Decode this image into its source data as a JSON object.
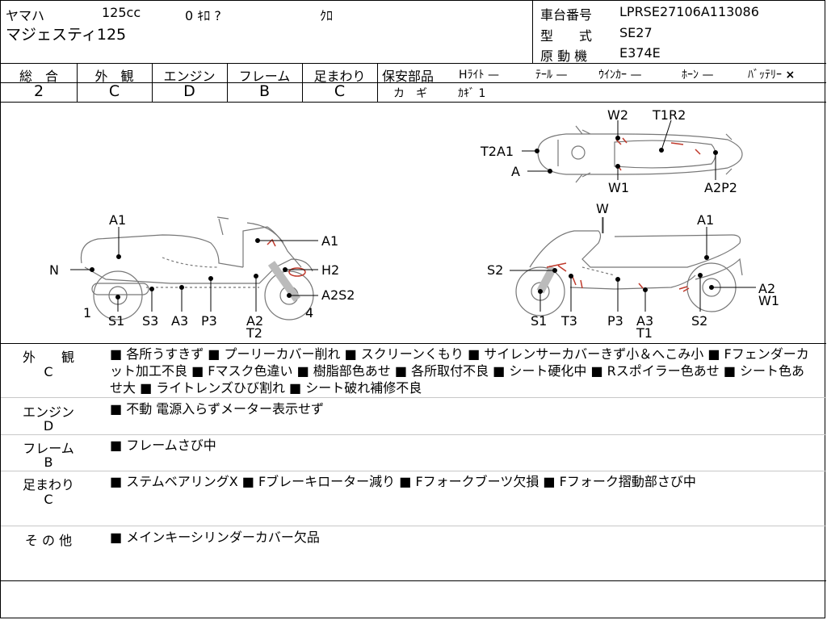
{
  "header": {
    "maker": "ヤマハ",
    "displacement": "125cc",
    "mileage": "0 ｷﾛ ?",
    "color": "ｸﾛ",
    "model_name": "マジェスティ125",
    "frame_no_label": "車台番号",
    "frame_no": "LPRSE27106A113086",
    "model_code_label": "型　　式",
    "model_code": "SE27",
    "engine_label": "原 動 機",
    "engine_code": "E374E"
  },
  "grades": {
    "items": [
      {
        "label": "総　合",
        "value": "2"
      },
      {
        "label": "外　観",
        "value": "C"
      },
      {
        "label": "エンジン",
        "value": "D"
      },
      {
        "label": "フレーム",
        "value": "B"
      },
      {
        "label": "足まわり",
        "value": "C"
      }
    ]
  },
  "safety": {
    "label": "保安部品",
    "items": [
      {
        "name": "Hﾗｲﾄ",
        "mark": "—"
      },
      {
        "name": "ﾃｰﾙ",
        "mark": "—"
      },
      {
        "name": "ｳｲﾝｶｰ",
        "mark": "—"
      },
      {
        "name": "ﾎｰﾝ",
        "mark": "—"
      },
      {
        "name": "ﾊﾞｯﾃﾘｰ",
        "mark": "×"
      }
    ],
    "key_label": "カ　ギ",
    "key_value": "ｶｷﾞ 1"
  },
  "diagram": {
    "left": {
      "labels": [
        "A1",
        "N",
        "A1",
        "H2",
        "A2S2",
        "4",
        "1",
        "S1",
        "S3",
        "A3",
        "P3",
        "A2",
        "T2"
      ]
    },
    "top": {
      "labels": [
        "W2",
        "T1R2",
        "T2A1",
        "A",
        "W1",
        "A2P2"
      ]
    },
    "right": {
      "labels": [
        "W",
        "A1",
        "S2",
        "A2",
        "W1",
        "S1",
        "T3",
        "P3",
        "A3",
        "T1",
        "S2"
      ]
    },
    "mark_color": "#c0392b"
  },
  "comments": [
    {
      "label": "外　　観",
      "grade": "C",
      "text": "■ 各所うすきず ■ プーリーカバー削れ ■ スクリーンくもり ■ サイレンサーカバーきず小＆へこみ小 ■ Fフェンダーカット加工不良 ■ Fマスク色違い ■ 樹脂部色あせ ■ 各所取付不良 ■ シート硬化中 ■ Rスポイラー色あせ ■ シート色あせ大 ■ ライトレンズひび割れ ■ シート破れ補修不良"
    },
    {
      "label": "エンジン",
      "grade": "D",
      "text": "■ 不動 電源入らずメーター表示せず"
    },
    {
      "label": "フレーム",
      "grade": "B",
      "text": "■ フレームさび中"
    },
    {
      "label": "足まわり",
      "grade": "C",
      "text": "■ ステムベアリングX ■ Fブレーキローター減り ■ Fフォークブーツ欠損 ■ Fフォーク摺動部さび中"
    },
    {
      "label": "そ の 他",
      "grade": "",
      "text": "■ メインキーシリンダーカバー欠品"
    }
  ]
}
